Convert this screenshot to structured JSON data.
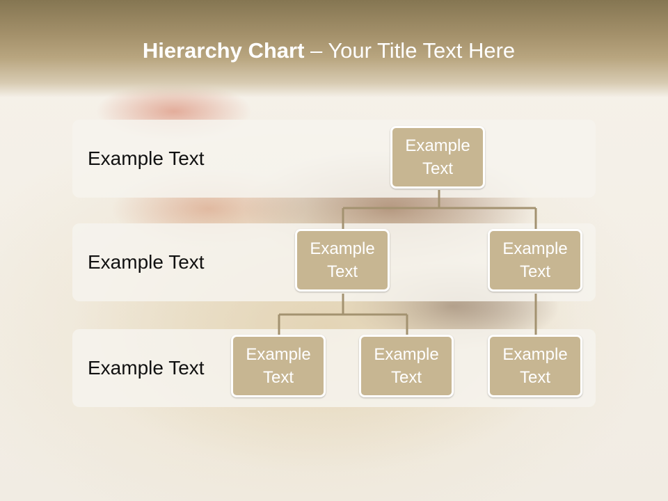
{
  "slide": {
    "title_bold": "Hierarchy Chart",
    "title_rest": " – Your Title Text Here"
  },
  "levels": [
    {
      "label": "Example Text"
    },
    {
      "label": "Example Text"
    },
    {
      "label": "Example Text"
    }
  ],
  "nodes": {
    "root": "Example Text",
    "level2_left": "Example Text",
    "level2_right": "Example Text",
    "level3_left": "Example Text",
    "level3_middle": "Example Text",
    "level3_right": "Example Text"
  },
  "colors": {
    "title_band": "#a3906a",
    "node_fill": "#c7b692",
    "connector": "#a39270"
  }
}
